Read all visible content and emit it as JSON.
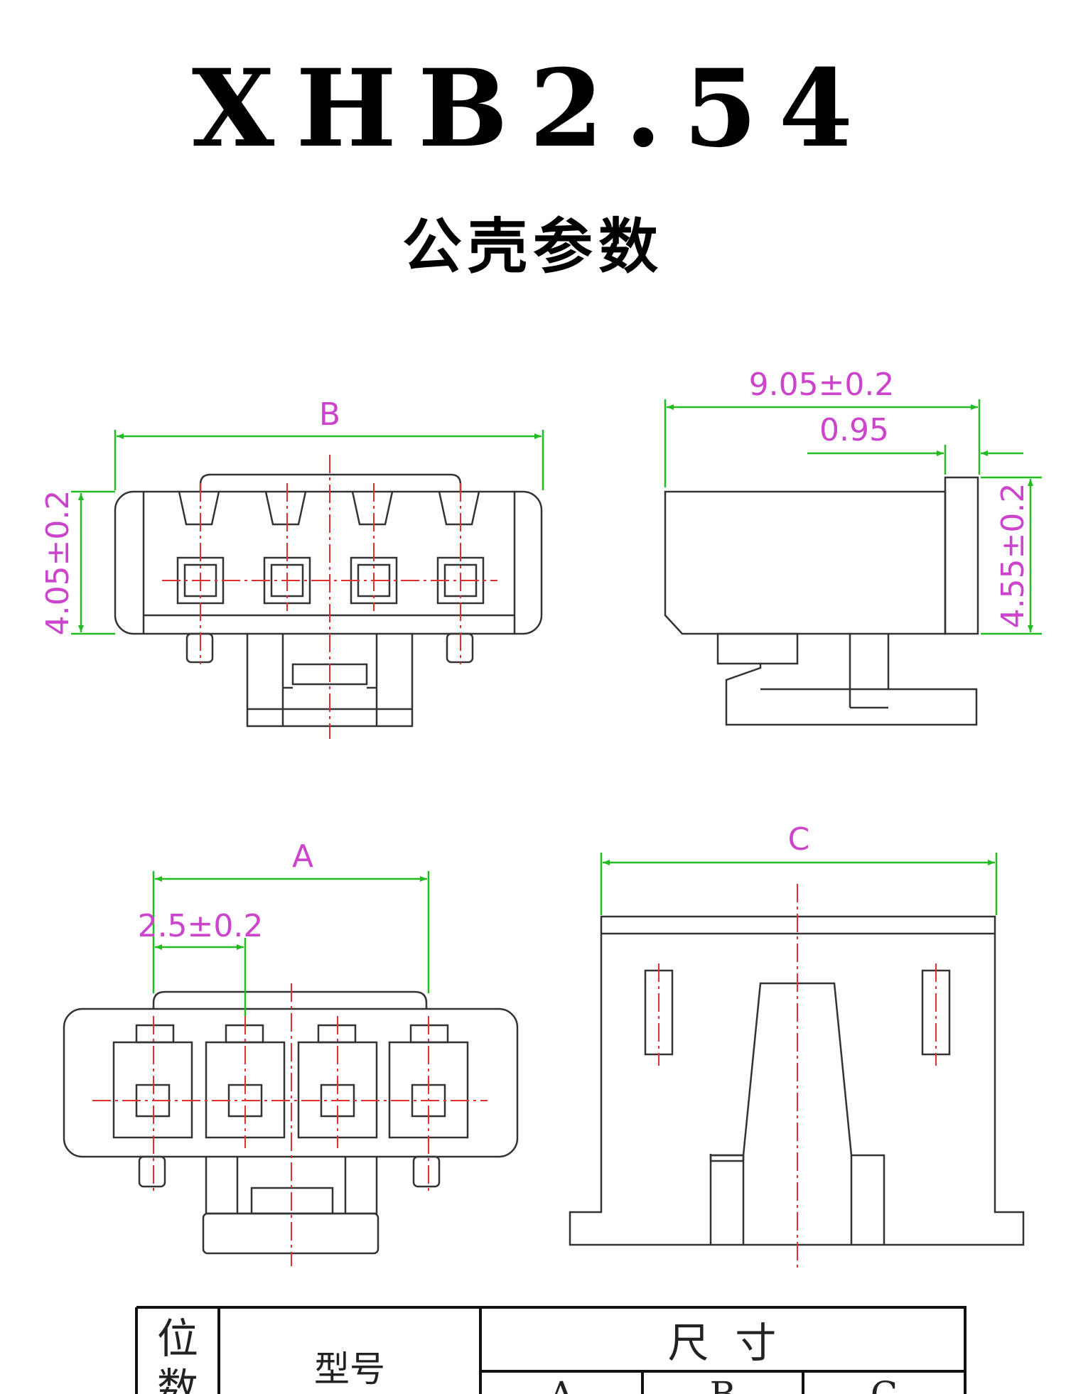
{
  "title": "XHB2.54",
  "subtitle": "公壳参数",
  "dimensions": {
    "B": "B",
    "A": "A",
    "C": "C",
    "height_front": "4.05±0.2",
    "depth_side": "9.05±0.2",
    "flange_side": "0.95",
    "height_side": "4.55±0.2",
    "pitch": "2.5±0.2"
  },
  "table": {
    "col_positions": "位数",
    "col_model": "型号",
    "col_size": "尺  寸",
    "sub_a": "A",
    "sub_b": "B",
    "sub_c": "C"
  },
  "colors": {
    "outline": "#333333",
    "centerline": "#e03030",
    "dimension_line": "#22bb22",
    "dimension_text": "#cc44cc"
  }
}
